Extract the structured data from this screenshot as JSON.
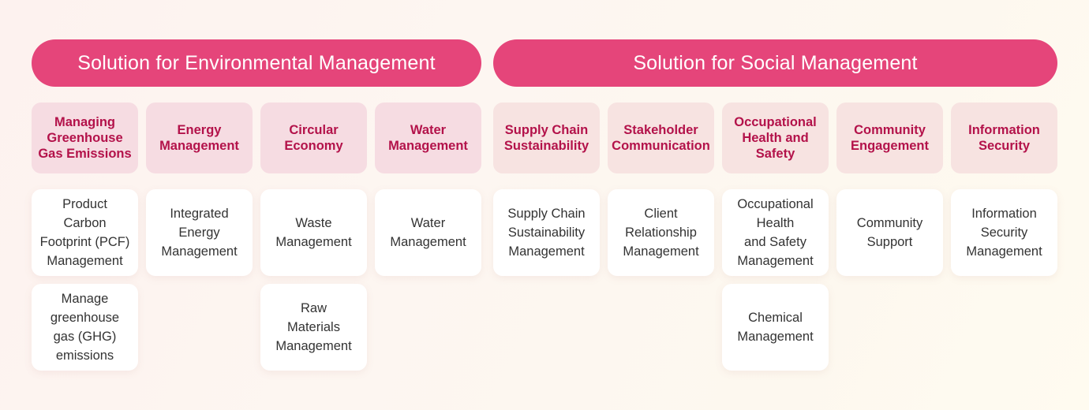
{
  "banners": {
    "environmental": "Solution for Environmental Management",
    "social": "Solution for Social Management"
  },
  "categories": [
    {
      "title": "Managing\nGreenhouse\nGas Emissions",
      "items": [
        "Product\nCarbon\nFootprint (PCF)\nManagement",
        "Manage\ngreenhouse\ngas (GHG)\nemissions"
      ]
    },
    {
      "title": "Energy\nManagement",
      "items": [
        "Integrated\nEnergy\nManagement"
      ]
    },
    {
      "title": "Circular\nEconomy",
      "items": [
        "Waste\nManagement",
        "Raw\nMaterials\nManagement"
      ]
    },
    {
      "title": "Water\nManagement",
      "items": [
        "Water\nManagement"
      ]
    },
    {
      "title": "Supply Chain\nSustainability",
      "items": [
        "Supply Chain\nSustainability\nManagement"
      ]
    },
    {
      "title": "Stakeholder\nCommunication",
      "items": [
        "Client\nRelationship\nManagement"
      ]
    },
    {
      "title": "Occupational\nHealth and\nSafety",
      "items": [
        "Occupational\nHealth\nand Safety\nManagement",
        "Chemical\nManagement"
      ]
    },
    {
      "title": "Community\nEngagement",
      "items": [
        "Community\nSupport"
      ]
    },
    {
      "title": "Information\nSecurity",
      "items": [
        "Information\nSecurity\nManagement"
      ]
    }
  ]
}
